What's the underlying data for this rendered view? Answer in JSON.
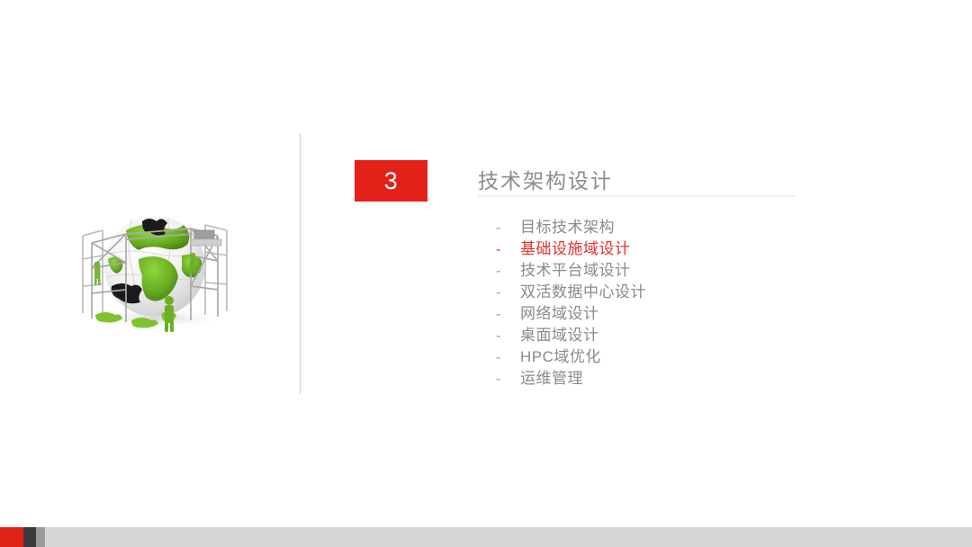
{
  "slide": {
    "number": "3",
    "title": "技术架构设计",
    "agenda": [
      {
        "dash": "-",
        "label": "目标技术架构",
        "active": false
      },
      {
        "dash": "-",
        "label": "基础设施域设计",
        "active": true
      },
      {
        "dash": "-",
        "label": "技术平台域设计",
        "active": false
      },
      {
        "dash": "-",
        "label": "双活数据中心设计",
        "active": false
      },
      {
        "dash": "-",
        "label": "网络域设计",
        "active": false
      },
      {
        "dash": "-",
        "label": "桌面域设计",
        "active": false
      },
      {
        "dash": "-",
        "label": "HPC域优化",
        "active": false
      },
      {
        "dash": "-",
        "label": "运维管理",
        "active": false
      }
    ]
  },
  "colors": {
    "accent_red": "#e32119",
    "active_text_red": "#e8302a",
    "title_gray": "#8c8c8c",
    "list_gray": "#8a8a8a",
    "divider_gray": "#cccccc",
    "rule_gray": "#f0f0f0",
    "bar_light_gray": "#d6d6d6",
    "bar_mid_gray": "#9a9a9a",
    "bar_dark_gray": "#3a3a3a",
    "globe_green": "#6ab023",
    "scaffold_gray": "#b9b9b9"
  },
  "illustration": {
    "name": "globe-scaffolding-illustration",
    "description": "绿白拼图地球与脚手架"
  }
}
